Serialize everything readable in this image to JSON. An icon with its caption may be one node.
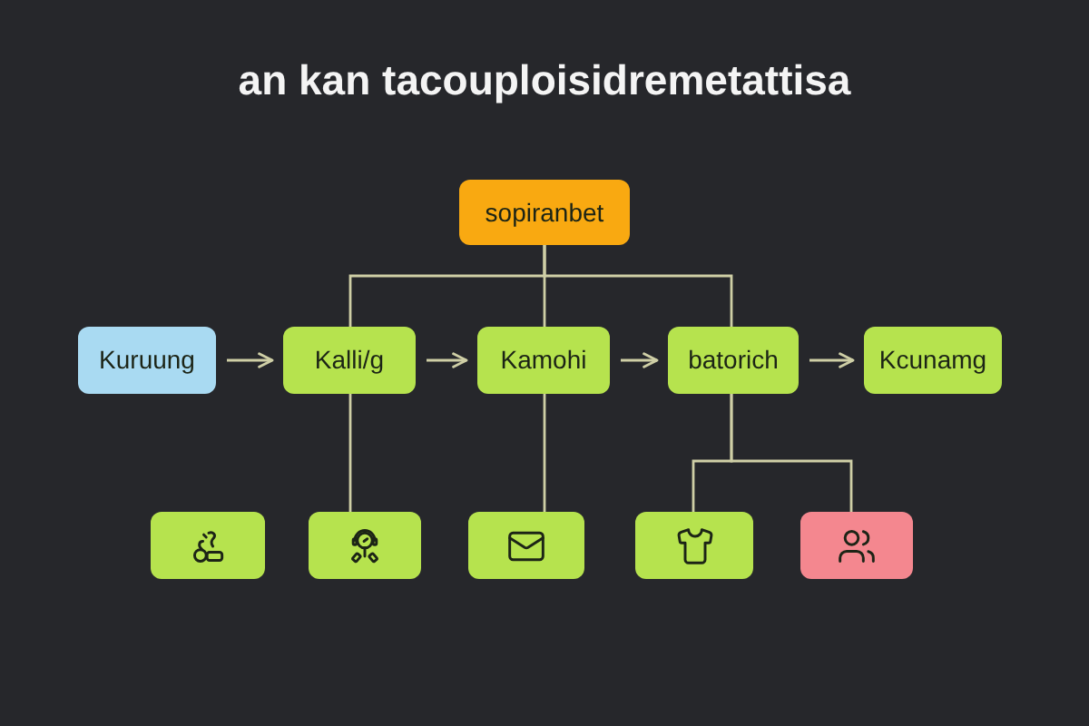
{
  "diagram": {
    "title": "an kan tacouploisidremetattisa",
    "nodes": [
      {
        "text": [
          "sopiranbet"
        ]
      },
      {
        "text": [
          "Kuruung"
        ]
      },
      {
        "text": [
          "Kalli/g"
        ]
      },
      {
        "text": [
          "Kamohi"
        ]
      },
      {
        "text": [
          "batorich"
        ]
      },
      {
        "text": [
          "Kcunamg"
        ]
      },
      {
        "text": [],
        "shape": "picture"
      },
      {
        "text": [],
        "shape": "picture"
      },
      {
        "text": [],
        "shape": "picture"
      },
      {
        "text": [],
        "shape": "picture"
      },
      {
        "text": [],
        "shape": "picture"
      }
    ],
    "edges": [
      {
        "from": 0,
        "to": 2,
        "arrow": "none"
      },
      {
        "from": 0,
        "to": 3,
        "arrow": "none"
      },
      {
        "from": 0,
        "to": 4,
        "arrow": "none"
      },
      {
        "from": 1,
        "to": 2,
        "arrow": "to"
      },
      {
        "from": 2,
        "to": 3,
        "arrow": "to"
      },
      {
        "from": 3,
        "to": 4,
        "arrow": "to"
      },
      {
        "from": 4,
        "to": 5,
        "arrow": "to"
      },
      {
        "from": 2,
        "to": 7,
        "arrow": "none"
      },
      {
        "from": 3,
        "to": 8,
        "arrow": "none"
      },
      {
        "from": 4,
        "to": 9,
        "arrow": "none"
      },
      {
        "from": 4,
        "to": 10,
        "arrow": "none"
      }
    ]
  }
}
